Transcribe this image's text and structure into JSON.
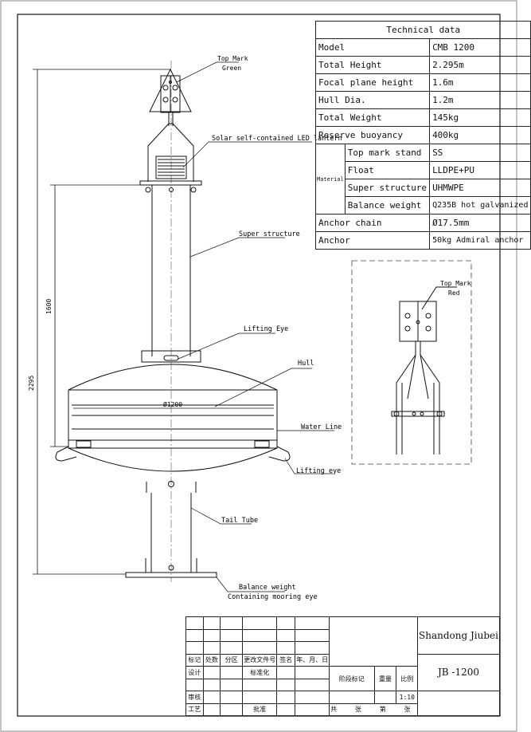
{
  "technical_data": {
    "title": "Technical data",
    "rows": [
      {
        "label": "Model",
        "value": "CMB 1200"
      },
      {
        "label": "Total Height",
        "value": "2.295m"
      },
      {
        "label": "Focal plane height",
        "value": "1.6m"
      },
      {
        "label": "Hull Dia.",
        "value": "1.2m"
      },
      {
        "label": "Total Weight",
        "value": "145kg"
      },
      {
        "label": "Reserve buoyancy",
        "value": "400kg"
      }
    ],
    "material_label": "Material",
    "material_rows": [
      {
        "label": "Top mark stand",
        "value": "SS"
      },
      {
        "label": "Float",
        "value": "LLDPE+PU"
      },
      {
        "label": "Super structure",
        "value": "UHMWPE"
      },
      {
        "label": "Balance weight",
        "value": "Q235B hot galvanized"
      }
    ],
    "anchor_rows": [
      {
        "label": "Anchor chain",
        "value": "Ø17.5mm"
      },
      {
        "label": "Anchor",
        "value": "50kg Admiral anchor"
      }
    ]
  },
  "labels": {
    "top_mark": "Top Mark",
    "top_mark_color": "Green",
    "lantern": "Solar self-contained LED lantern",
    "super_structure": "Super structure",
    "lifting_eye_upper": "Lifting Eye",
    "hull": "Hull",
    "hull_diameter": "Ø1200",
    "water_line": "Water Line",
    "lifting_eye_lower": "Lifting eye",
    "tail_tube": "Tail Tube",
    "balance_weight": "Balance weight",
    "mooring_eye": "Containing mooring eye",
    "dim_1600": "1600",
    "dim_2295": "2295",
    "detail_top_mark": "Top Mark",
    "detail_top_mark_color": "Red"
  },
  "title_block": {
    "company": "Shandong Jiubei",
    "drawing_no": "JB -1200",
    "rev_headers": [
      "标记",
      "处数",
      "分区",
      "更改文件号",
      "签名",
      "年、月、日"
    ],
    "design": "设计",
    "standardization": "标准化",
    "review": "审核",
    "process": "工艺",
    "approve": "批准",
    "stage_mark": "阶段标记",
    "weight": "重量",
    "scale_label": "比例",
    "scale": "1:10",
    "total": "共",
    "sheets": "张",
    "sheet_no": "第",
    "sheet": "张"
  }
}
